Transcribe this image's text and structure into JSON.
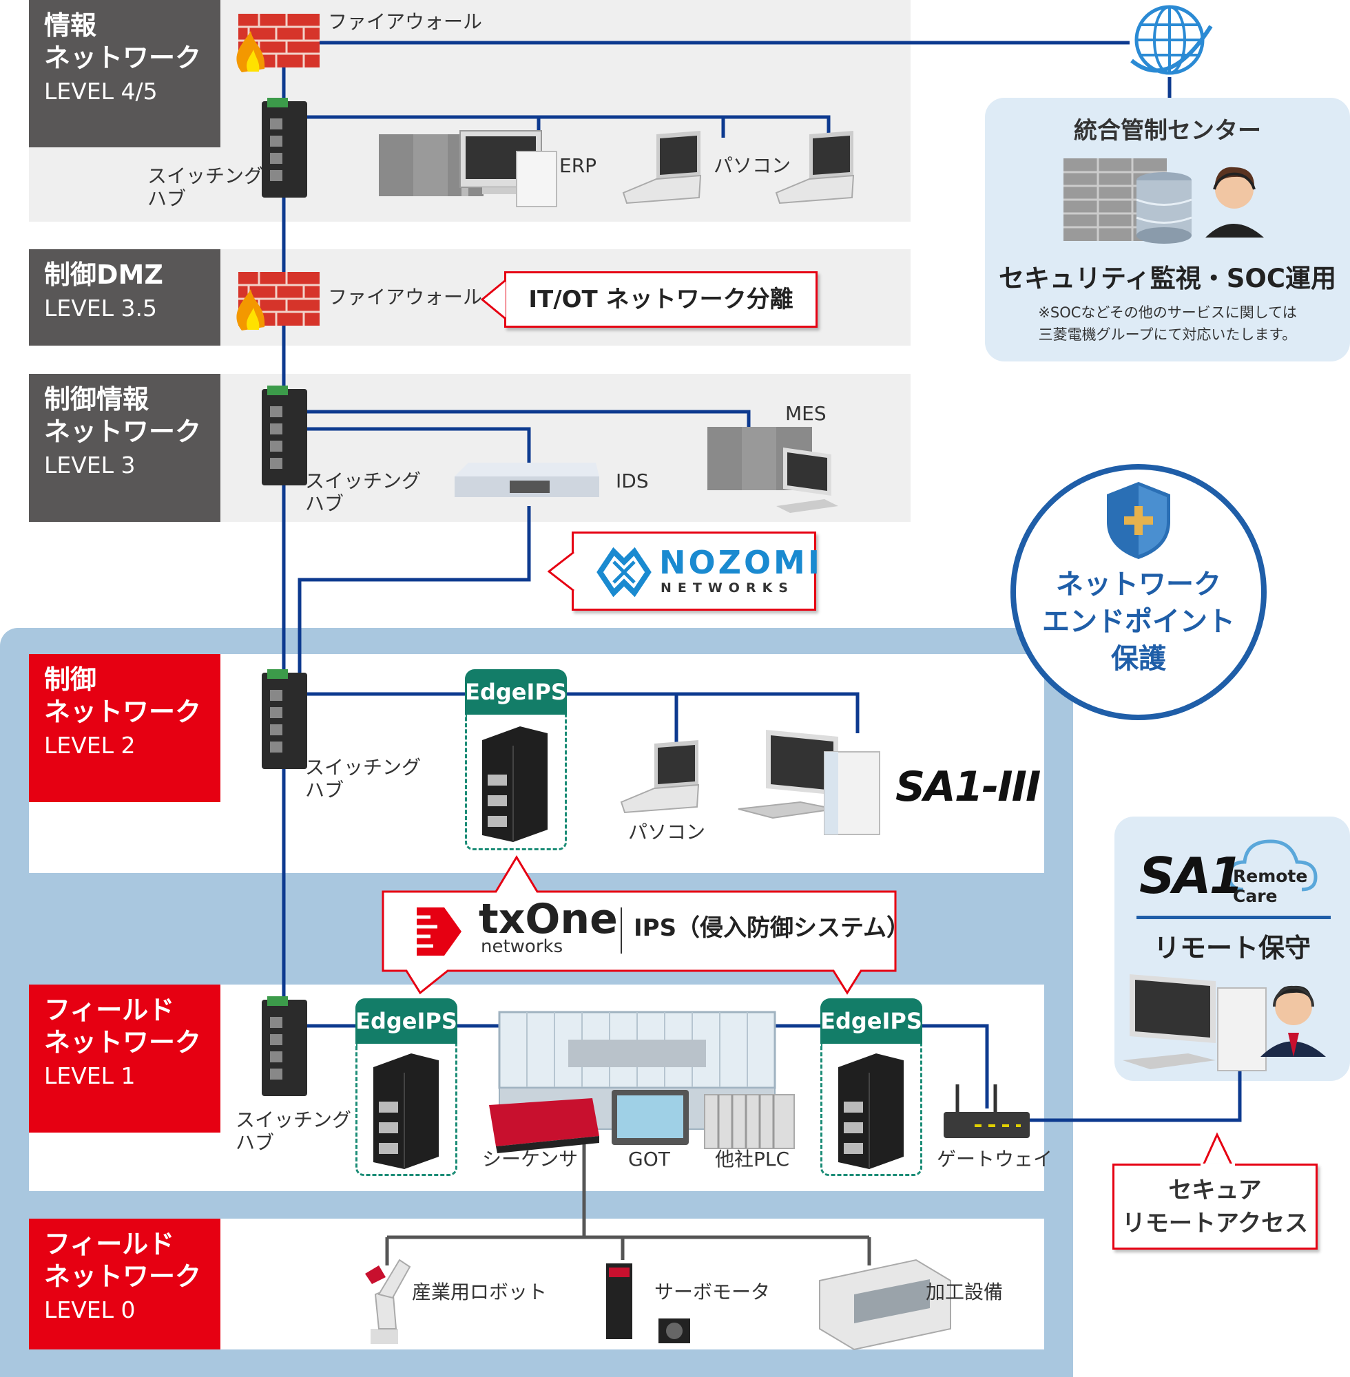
{
  "levels": [
    {
      "id": "l45",
      "title": "情報\nネットワーク",
      "level": "LEVEL 4/5"
    },
    {
      "id": "dmz",
      "title": "制御DMZ",
      "level": "LEVEL 3.5"
    },
    {
      "id": "l3",
      "title": "制御情報\nネットワーク",
      "level": "LEVEL 3"
    },
    {
      "id": "l2",
      "title": "制御\nネットワーク",
      "level": "LEVEL 2"
    },
    {
      "id": "l1",
      "title": "フィールド\nネットワーク",
      "level": "LEVEL 1"
    },
    {
      "id": "l0",
      "title": "フィールド\nネットワーク",
      "level": "LEVEL 0"
    }
  ],
  "devices": {
    "firewall_top": "ファイアウォール",
    "firewall_dmz": "ファイアウォール",
    "switch_hub": "スイッチング\nハブ",
    "erp": "ERP",
    "pc": "パソコン",
    "mes": "MES",
    "ids": "IDS",
    "sequencer": "シーケンサ",
    "got": "GOT",
    "other_plc": "他社PLC",
    "gateway": "ゲートウェイ",
    "robot": "産業用ロボット",
    "servo": "サーボモータ",
    "machine": "加工設備"
  },
  "callouts": {
    "it_ot": "IT/OT ネットワーク分離",
    "nozomi_main": "NOZOMI",
    "nozomi_sub": "NETWORKS",
    "txone_main": "txOne",
    "txone_sub": "networks",
    "ips": "IPS（侵入防御システム）",
    "edgeips": "EdgeIPS",
    "secure_remote": "セキュア\nリモートアクセス"
  },
  "soc": {
    "title": "統合管制センター",
    "headline": "セキュリティ監視・SOC運用",
    "note": "※SOCなどその他のサービスに関しては\n三菱電機グループにて対応いたします。"
  },
  "protection": {
    "text": "ネットワーク\nエンドポイント\n保護"
  },
  "sa3_logo": "SA1-III",
  "remote": {
    "logo": "SA1",
    "logo_sub": "Remote\nCare",
    "title": "リモート保守"
  },
  "colors": {
    "line_blue": "#0d3a8f",
    "level_red": "#e60012",
    "level_gray": "#595757",
    "teal": "#137d68",
    "light_blue_bg": "#a9c7df",
    "circle_blue": "#1f5ea8"
  }
}
